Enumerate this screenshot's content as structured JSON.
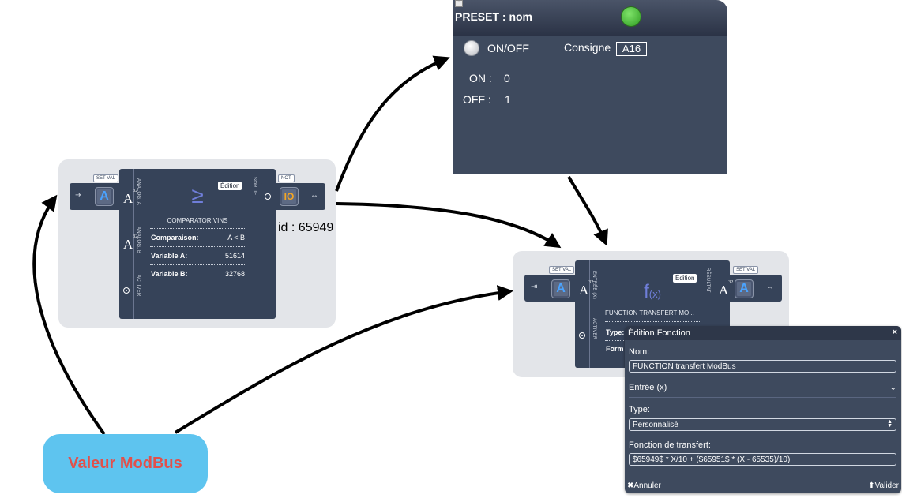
{
  "preset": {
    "collapse_glyph": "−",
    "title": "PRESET : nom",
    "status_color": "#3aa82c",
    "onoff_label": "ON/OFF",
    "consigne_label": "Consigne",
    "consigne_value": "A16",
    "on_label": "ON :",
    "on_value": "0",
    "off_label": "OFF :",
    "off_value": "1"
  },
  "comparator": {
    "set_val_tag": "SET VAL",
    "input_icon": "input-arrow-icon",
    "tile_letter": "A",
    "port_a_label": "ANALOG. A",
    "port_b_label": "ANALOG. B",
    "activer_label": "ACTIVER",
    "a32_symbol": "A",
    "a32_exp": "32",
    "edit_tag": "Édition",
    "symbol": "≥",
    "title": "COMPARATOR VINS",
    "rows": [
      {
        "label": "Comparaison:",
        "value": "A < B"
      },
      {
        "label": "Variable A:",
        "value": "51614"
      },
      {
        "label": "Variable B:",
        "value": "32768"
      }
    ],
    "sortie_label": "SORTIE",
    "not_tag": "NOT",
    "io_label": "IO",
    "output_glyph": "↔",
    "id_label": "id : 65949"
  },
  "function_module": {
    "set_val_tag_in": "SET VAL",
    "set_val_tag_out": "SET VAL",
    "tile_letter": "A",
    "entree_label": "ENTRÉE (X)",
    "activer_label": "ACTIVER",
    "resultat_label": "RÉSULTAT",
    "a32_symbol": "A",
    "a32_exp": "32",
    "edit_tag": "Édition",
    "fx_symbol": "f",
    "fx_sub": "(x)",
    "title": "FUNCTION TRANSFERT MO...",
    "type_label": "Type:",
    "form_label": "Form",
    "output_glyph": "↔"
  },
  "dialog": {
    "title": "Édition Fonction",
    "close_glyph": "×",
    "nom_label": "Nom:",
    "nom_value": "FUNCTION transfert ModBus",
    "entree_label": "Entrée (x)",
    "type_label": "Type:",
    "type_value": "Personnalisé",
    "fonction_label": "Fonction de transfert:",
    "fonction_value": "$65949$ * X/10 + ($65951$ * (X - 65535)/10)",
    "cancel_label": "Annuler",
    "validate_label": "Valider"
  },
  "modbus": {
    "label": "Valeur ModBus",
    "bg_color": "#5ec4ef",
    "text_color": "#e2504b"
  }
}
